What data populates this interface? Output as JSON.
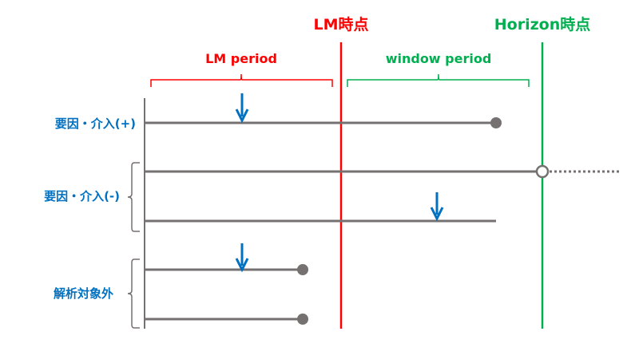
{
  "markers": {
    "lm_point": "LM時点",
    "horizon_point": "Horizon時点"
  },
  "periods": {
    "lm_period": "LM period",
    "window_period": "window period"
  },
  "groups": {
    "positive": "要因・介入(+)",
    "negative": "要因・介入(-)",
    "excluded": "解析対象外"
  },
  "colors": {
    "lm": "#ff0000",
    "horizon": "#00b050",
    "label": "#0070c0",
    "line": "#767171"
  }
}
